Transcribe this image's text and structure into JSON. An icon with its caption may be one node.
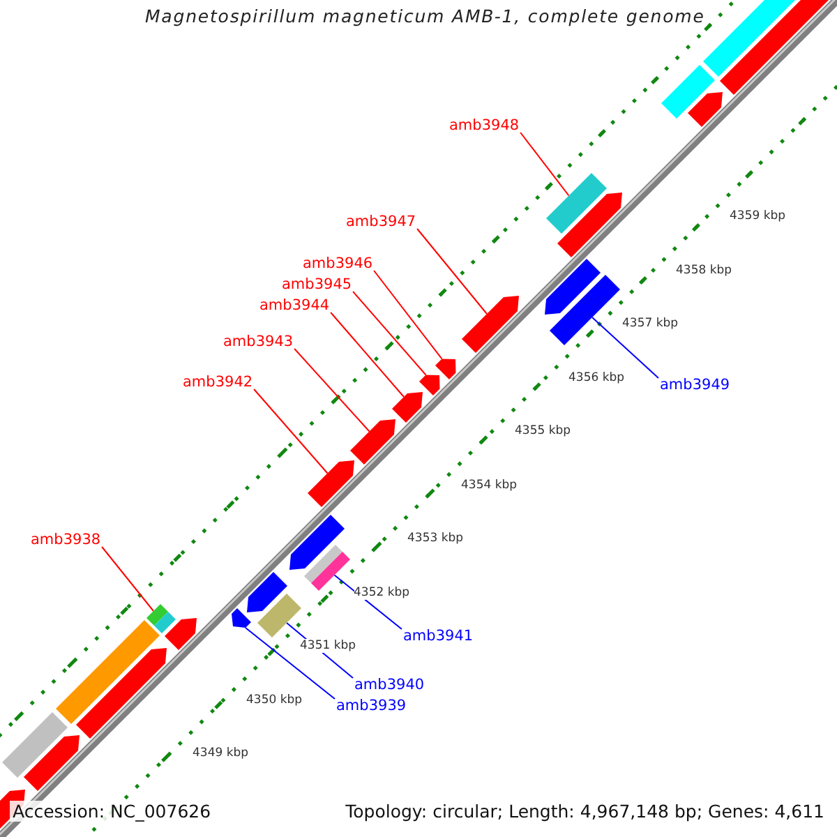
{
  "diagram": {
    "title": "Magnetospirillum magneticum AMB-1, complete genome",
    "nodes": [
      {
        "text": [
          "amb3948"
        ]
      },
      {
        "text": [
          "amb3947"
        ]
      },
      {
        "text": [
          "amb3946"
        ]
      },
      {
        "text": [
          "amb3945"
        ]
      },
      {
        "text": [
          "amb3944"
        ]
      },
      {
        "text": [
          "amb3943"
        ]
      },
      {
        "text": [
          "amb3942"
        ]
      },
      {
        "text": [
          "amb3949"
        ]
      },
      {
        "text": [
          "amb3938"
        ]
      },
      {
        "text": [
          "amb3941"
        ]
      },
      {
        "text": [
          "amb3940"
        ]
      },
      {
        "text": [
          "amb3939"
        ]
      },
      {
        "text": [],
        "shape": "pentagon"
      },
      {
        "text": [],
        "shape": "bar"
      },
      {
        "text": [],
        "shape": "pentagon"
      },
      {
        "text": [],
        "shape": "bar"
      },
      {
        "text": [],
        "shape": "pentagon"
      },
      {
        "text": [],
        "shape": "bar"
      },
      {
        "text": [],
        "shape": "bar"
      },
      {
        "text": [],
        "shape": "pentagon"
      },
      {
        "text": [],
        "shape": "pentagon"
      },
      {
        "text": [],
        "shape": "bar"
      },
      {
        "text": [],
        "shape": "pentagon"
      },
      {
        "text": [],
        "shape": "pentagon"
      },
      {
        "text": [],
        "shape": "bar"
      },
      {
        "text": [],
        "shape": "bar"
      },
      {
        "text": [],
        "shape": "pentagon"
      },
      {
        "text": [],
        "shape": "pentagon"
      },
      {
        "text": [],
        "shape": "pentagon"
      },
      {
        "text": [],
        "shape": "pentagon"
      },
      {
        "text": [],
        "shape": "pentagon"
      },
      {
        "text": [],
        "shape": "pentagon"
      },
      {
        "text": [],
        "shape": "bar"
      },
      {
        "text": [],
        "shape": "pentagon"
      },
      {
        "text": [],
        "shape": "pentagon"
      },
      {
        "text": [],
        "shape": "bar"
      },
      {
        "text": [],
        "shape": "bar"
      },
      {
        "text": [],
        "shape": "pentagon"
      },
      {
        "text": [],
        "shape": "pentagon"
      },
      {
        "text": [],
        "shape": "bar"
      }
    ],
    "edges": [
      {
        "from": 0,
        "to": 35,
        "arrow": "none"
      },
      {
        "from": 1,
        "to": 31,
        "arrow": "none"
      },
      {
        "from": 2,
        "to": 30,
        "arrow": "none"
      },
      {
        "from": 3,
        "to": 29,
        "arrow": "none"
      },
      {
        "from": 4,
        "to": 28,
        "arrow": "none"
      },
      {
        "from": 5,
        "to": 27,
        "arrow": "none"
      },
      {
        "from": 6,
        "to": 26,
        "arrow": "none"
      },
      {
        "from": 7,
        "to": 32,
        "arrow": "none",
        "color": "#0000ff"
      },
      {
        "from": 8,
        "to": 17,
        "arrow": "none"
      },
      {
        "from": 9,
        "to": 25,
        "arrow": "none",
        "color": "#0000ff"
      },
      {
        "from": 10,
        "to": 21,
        "arrow": "none",
        "color": "#0000ff"
      },
      {
        "from": 11,
        "to": 20,
        "arrow": "none",
        "color": "#0000ff"
      }
    ],
    "labels": [
      "4359 kbp",
      "4358 kbp",
      "4357 kbp",
      "4356 kbp",
      "4355 kbp",
      "4354 kbp",
      "4353 kbp",
      "4352 kbp",
      "4351 kbp",
      "4350 kbp",
      "4349 kbp",
      "Accession: NC_007626",
      "Topology: circular; Length: 4,967,148 bp; Genes: 4,611"
    ]
  }
}
